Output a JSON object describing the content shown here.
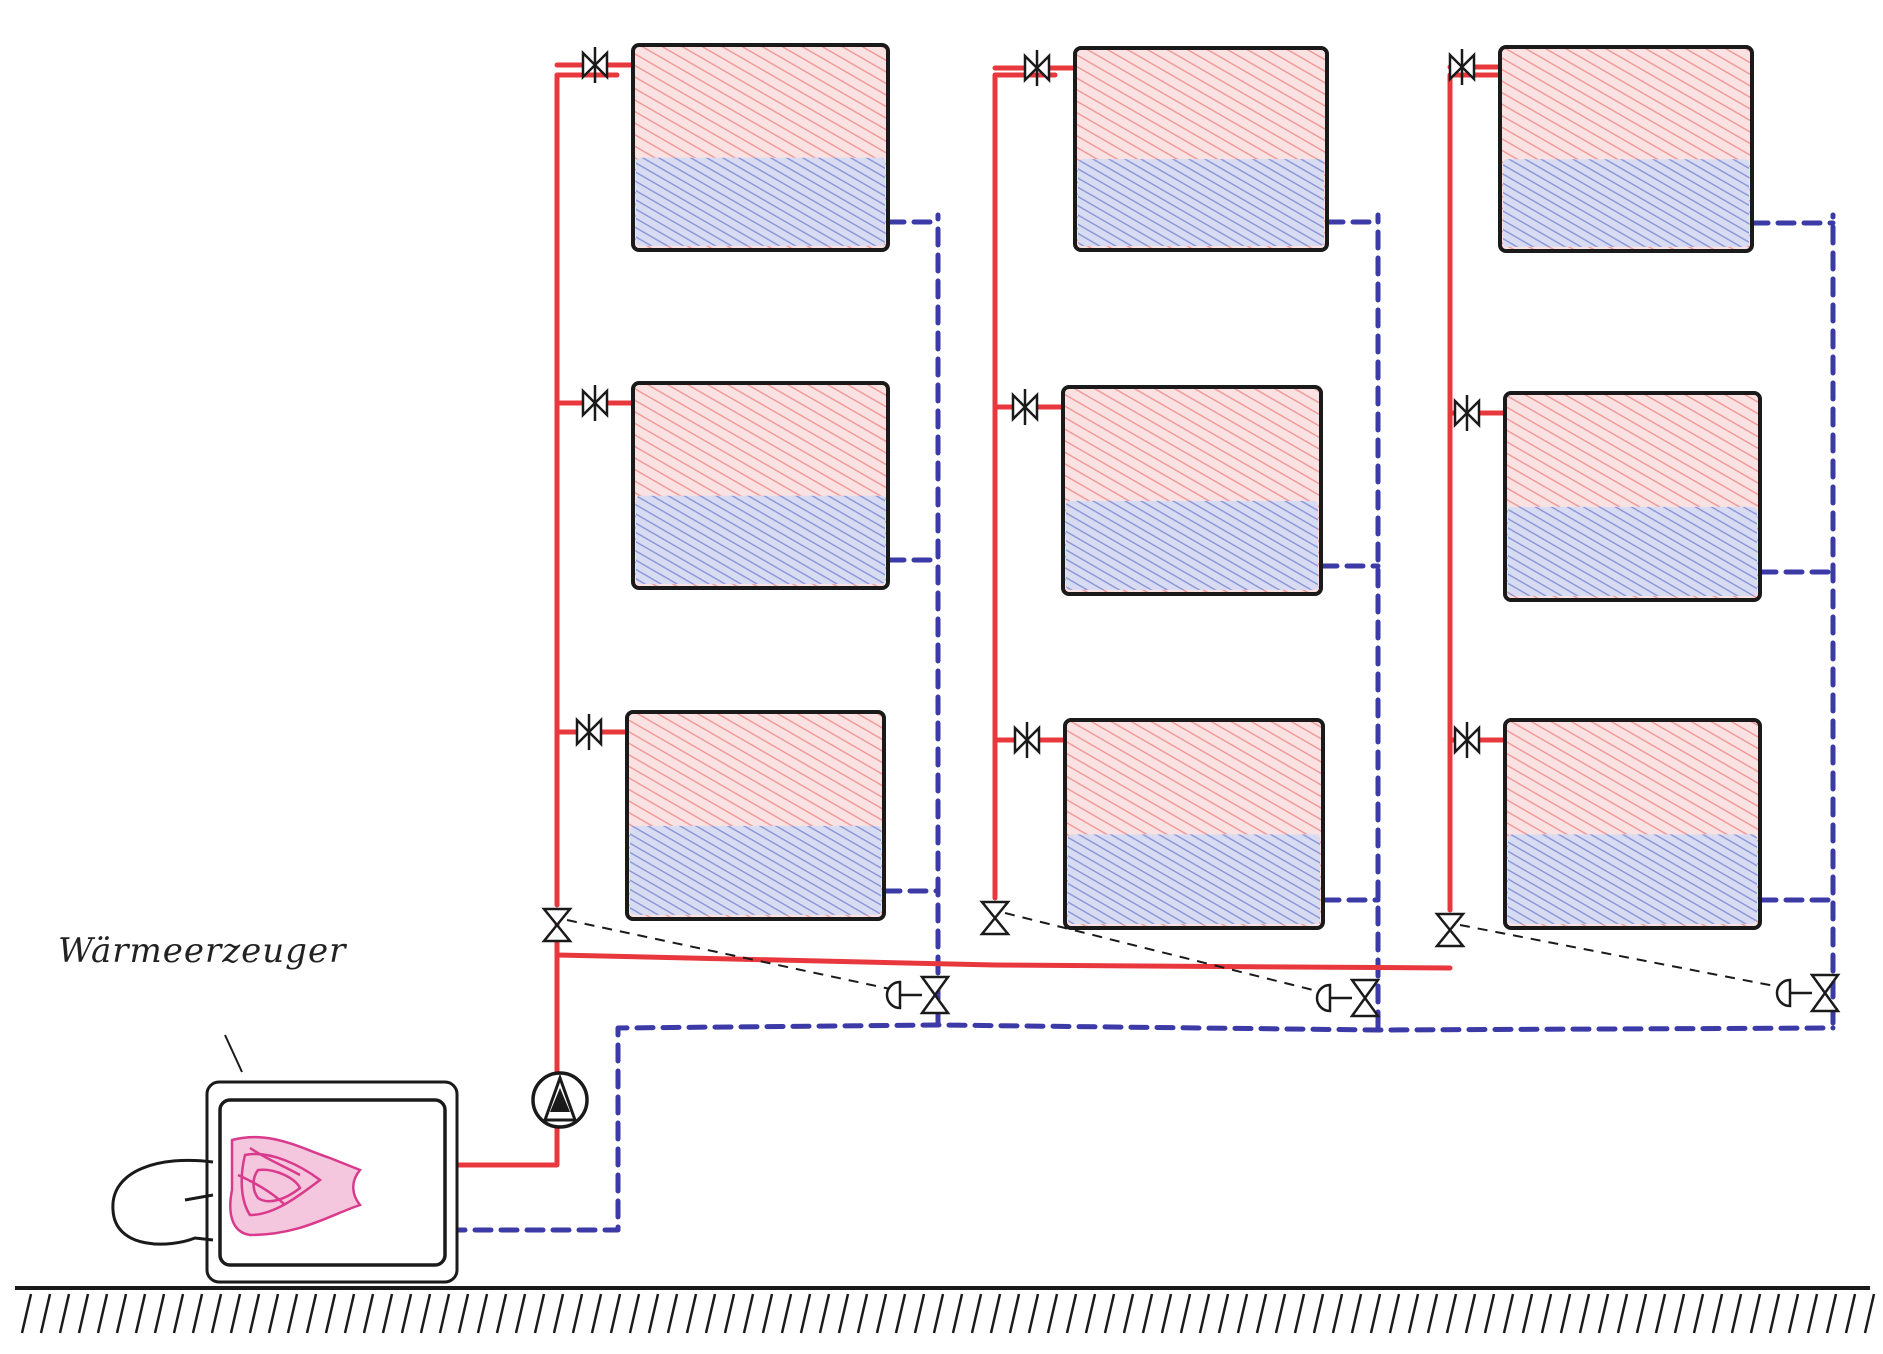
{
  "label": "Wärmeerzeuger",
  "colors": {
    "supply": "#e8383d",
    "return": "#3b3aa6",
    "outline": "#1a1a1a",
    "radiator_warm": "#f6a7a7",
    "radiator_cool": "#9ea8de",
    "flame": "#d93a8c",
    "ground": "#1a1a1a"
  },
  "layout": {
    "columns": 3,
    "radiators_per_column": 3
  },
  "components": {
    "boiler": "heat-generator",
    "pump": "circulation-pump",
    "radiator_valve": "thermostatic-valve",
    "riser_valve": "riser-shutoff-valve",
    "regulating_valve": "differential-pressure-valve"
  }
}
